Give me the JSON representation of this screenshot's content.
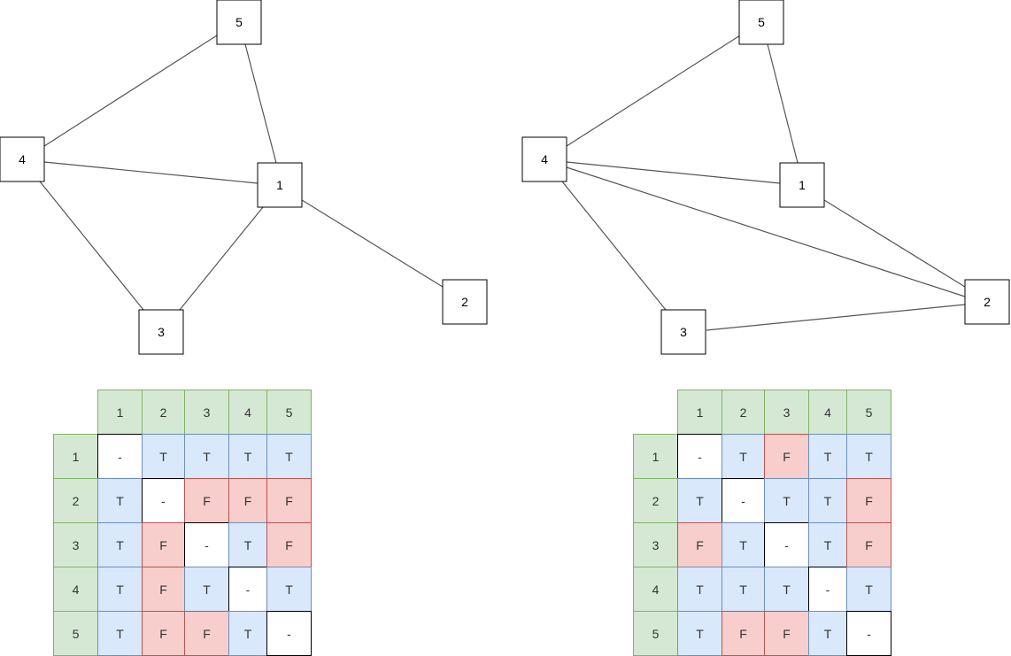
{
  "graphs": [
    {
      "nodes": [
        "1",
        "2",
        "3",
        "4",
        "5"
      ],
      "edges": [
        [
          "5",
          "4"
        ],
        [
          "5",
          "1"
        ],
        [
          "4",
          "1"
        ],
        [
          "4",
          "3"
        ],
        [
          "3",
          "1"
        ],
        [
          "1",
          "2"
        ]
      ]
    },
    {
      "nodes": [
        "1",
        "2",
        "3",
        "4",
        "5"
      ],
      "edges": [
        [
          "5",
          "4"
        ],
        [
          "5",
          "1"
        ],
        [
          "4",
          "1"
        ],
        [
          "4",
          "3"
        ],
        [
          "4",
          "2"
        ],
        [
          "1",
          "2"
        ],
        [
          "3",
          "2"
        ]
      ]
    }
  ],
  "matrices": [
    {
      "headers": [
        "1",
        "2",
        "3",
        "4",
        "5"
      ],
      "rows": [
        [
          "-",
          "T",
          "T",
          "T",
          "T"
        ],
        [
          "T",
          "-",
          "F",
          "F",
          "F"
        ],
        [
          "T",
          "F",
          "-",
          "T",
          "F"
        ],
        [
          "T",
          "F",
          "T",
          "-",
          "T"
        ],
        [
          "T",
          "F",
          "F",
          "T",
          "-"
        ]
      ]
    },
    {
      "headers": [
        "1",
        "2",
        "3",
        "4",
        "5"
      ],
      "rows": [
        [
          "-",
          "T",
          "F",
          "T",
          "T"
        ],
        [
          "T",
          "-",
          "T",
          "T",
          "F"
        ],
        [
          "F",
          "T",
          "-",
          "T",
          "F"
        ],
        [
          "T",
          "T",
          "T",
          "-",
          "T"
        ],
        [
          "T",
          "F",
          "F",
          "T",
          "-"
        ]
      ]
    }
  ]
}
